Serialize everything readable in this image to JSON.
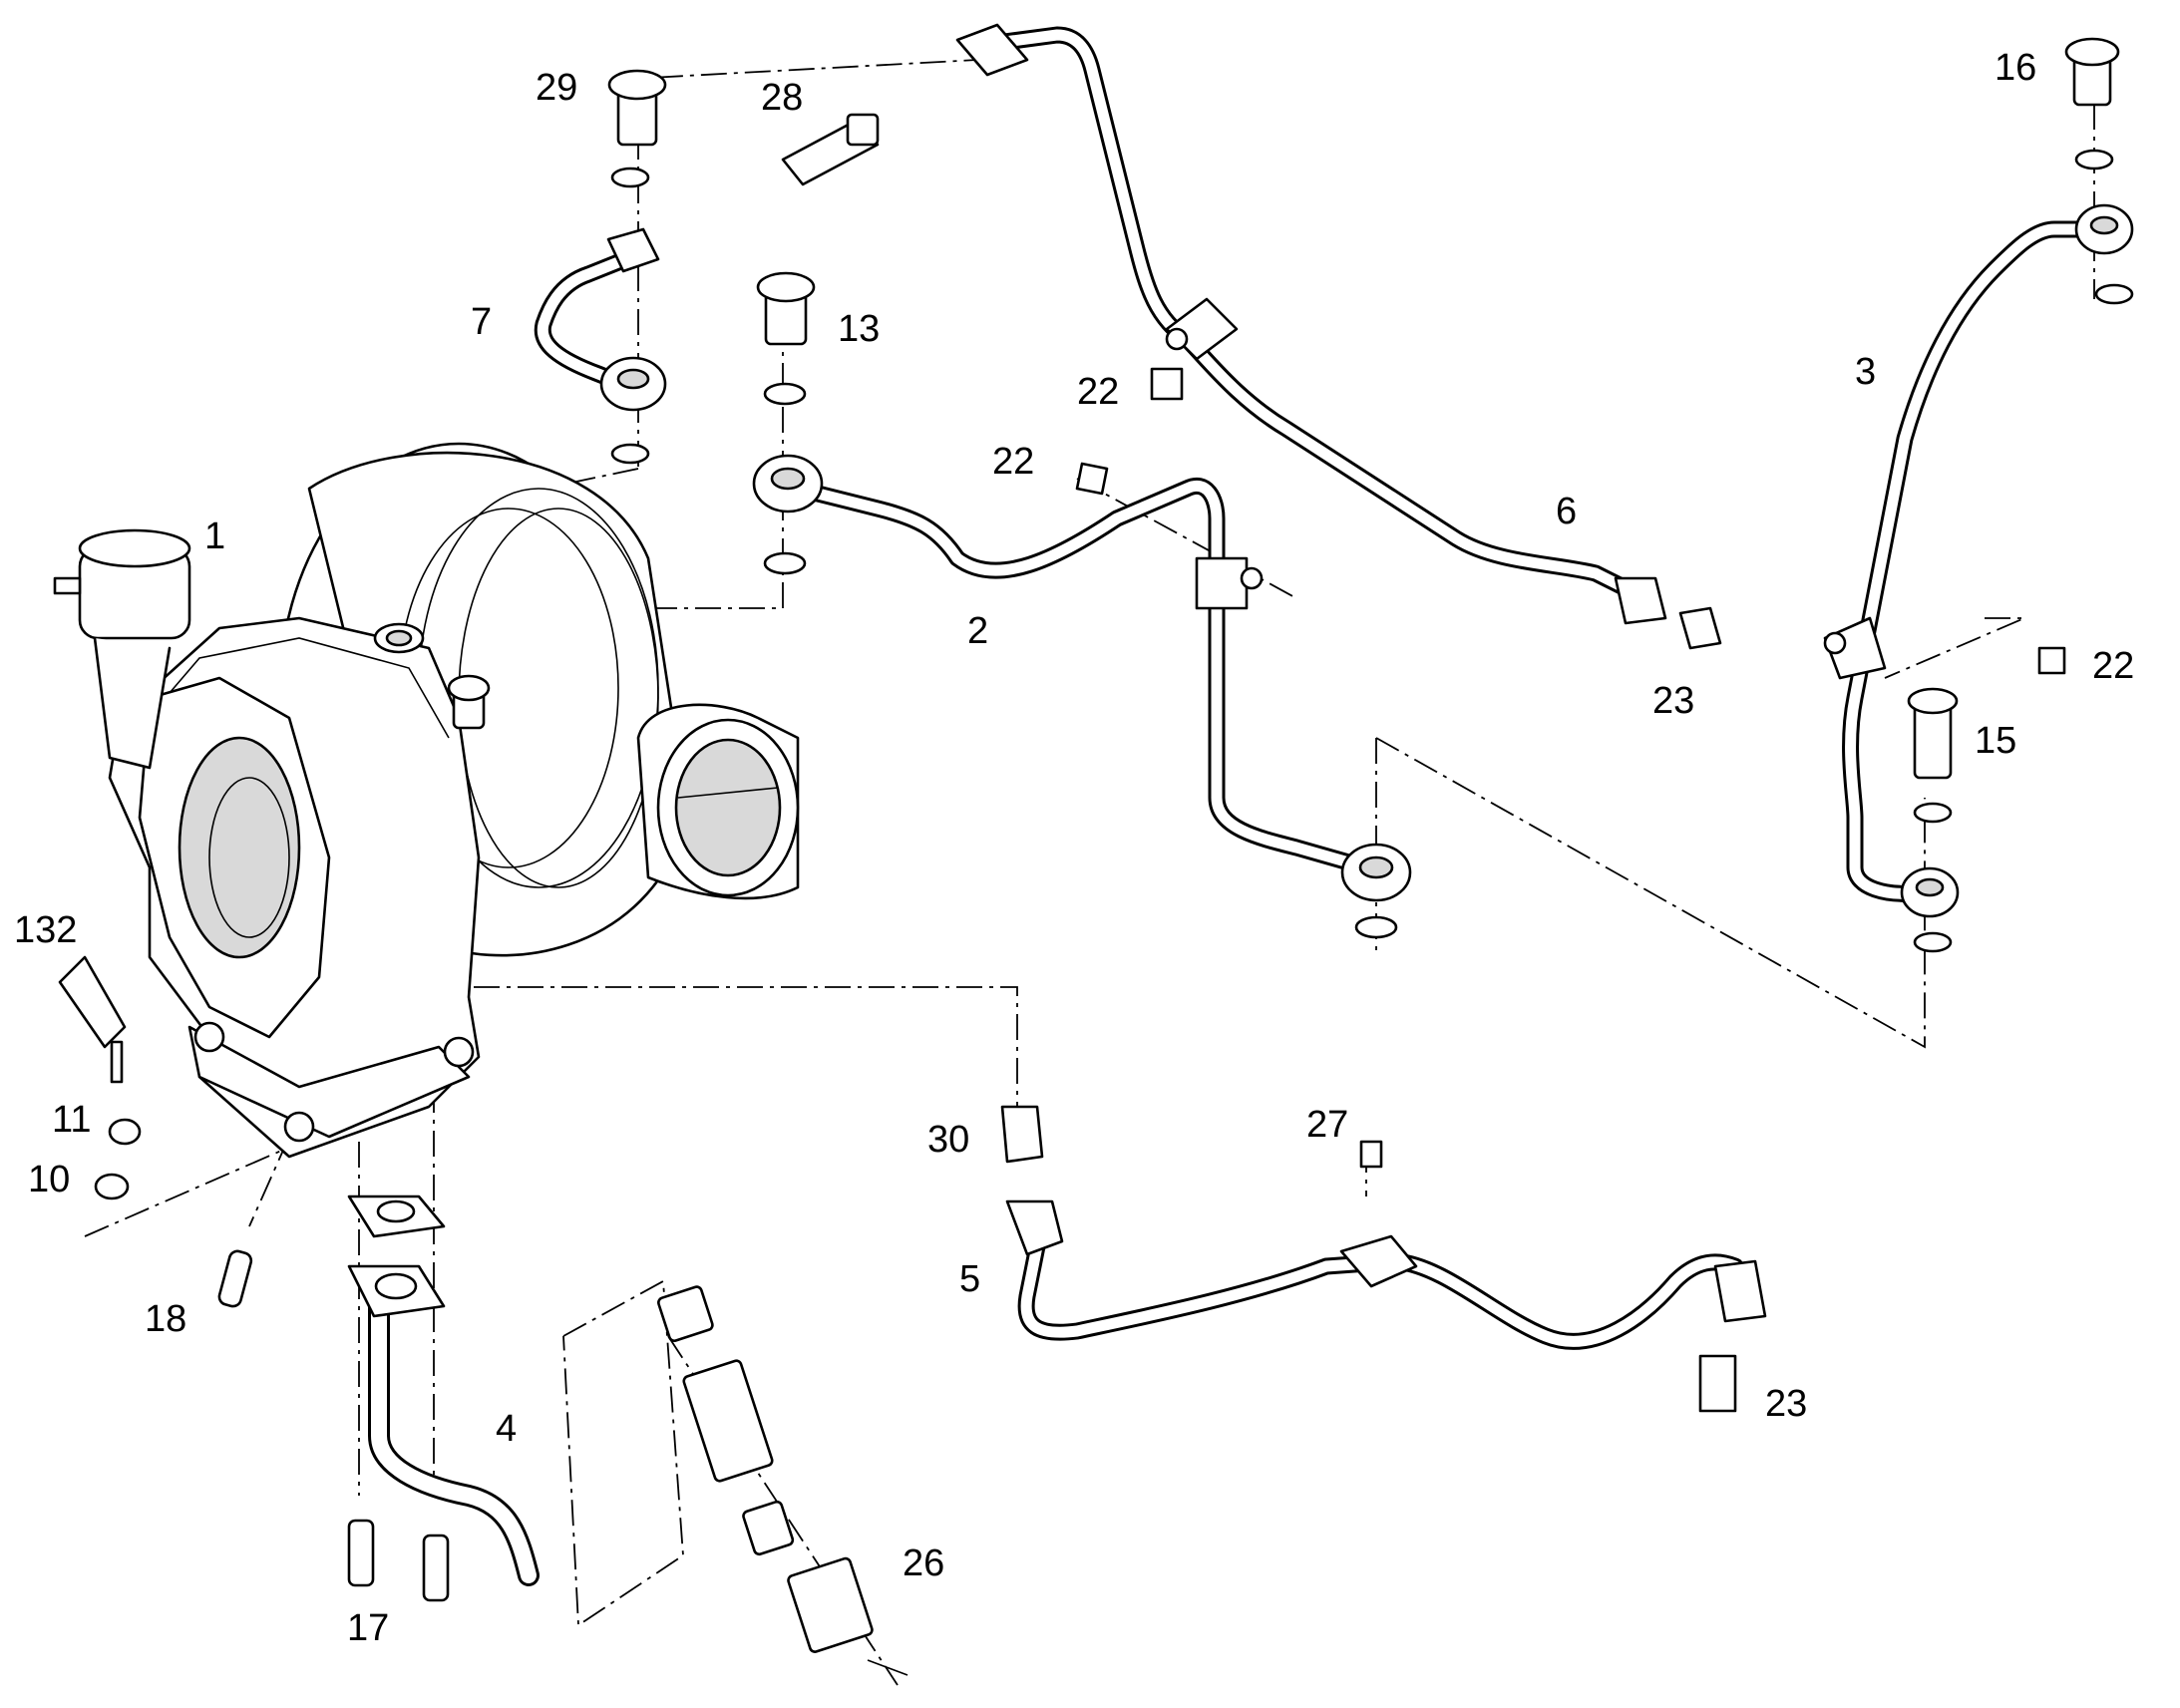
{
  "callouts": {
    "c1": "1",
    "c2": "2",
    "c3": "3",
    "c4": "4",
    "c5": "5",
    "c6": "6",
    "c7": "7",
    "c10": "10",
    "c11": "11",
    "c13": "13",
    "c15": "15",
    "c16": "16",
    "c17": "17",
    "c18": "18",
    "c22a": "22",
    "c22b": "22",
    "c22c": "22",
    "c23a": "23",
    "c23b": "23",
    "c26": "26",
    "c27": "27",
    "c28": "28",
    "c29": "29",
    "c30": "30",
    "c132": "132"
  }
}
